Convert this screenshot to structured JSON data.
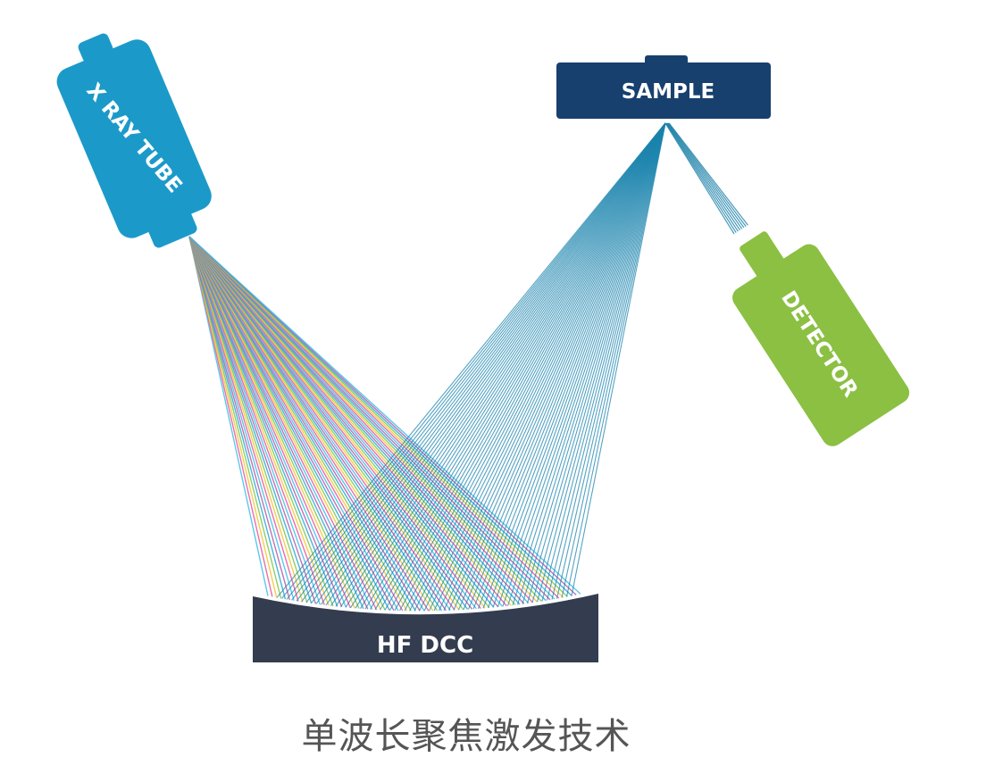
{
  "components": {
    "xray_tube": {
      "label": "X RAY TUBE",
      "color": "#1b9ac9"
    },
    "sample": {
      "label": "SAMPLE",
      "color": "#17406e"
    },
    "detector": {
      "label": "DETECTOR",
      "color": "#8bc043"
    },
    "optic": {
      "label": "HF DCC",
      "color": "#333d4f"
    }
  },
  "beam_colors": {
    "incident": [
      "#3ec0e6",
      "#e8559c",
      "#f4c430",
      "#7cc54a",
      "#29a7d8",
      "#b45aa8"
    ],
    "focused": "#1c84ad",
    "fluorescence": "#1a7fa8"
  },
  "caption": "单波长聚焦激发技术"
}
